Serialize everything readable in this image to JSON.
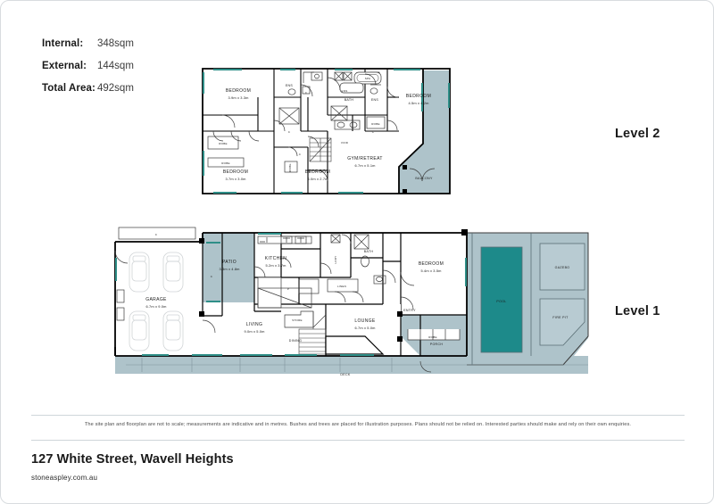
{
  "colors": {
    "wall": "#000000",
    "fill_grey": "#aec3ca",
    "fill_pool": "#1d8a8a",
    "fill_white": "#ffffff",
    "glass": "#2f8f88",
    "line_thin": "#3a3a3a",
    "rule": "#cfd6da"
  },
  "areas": [
    {
      "label": "Internal:",
      "value": "348sqm"
    },
    {
      "label": "External:",
      "value": "144sqm"
    },
    {
      "label": "Total Area:",
      "value": "492sqm"
    }
  ],
  "levels": {
    "level2_caption": "Level 2",
    "level1_caption": "Level 1"
  },
  "level2": {
    "rooms": [
      {
        "name": "BEDROOM",
        "dim": "3.9m x 3.3m"
      },
      {
        "name": "BEDROOM",
        "dim": "4.5m x 4.2m"
      },
      {
        "name": "BEDROOM",
        "dim": "3.7m x 3.0m"
      },
      {
        "name": "BEDROOM",
        "dim": "4.0m x 2.7m"
      },
      {
        "name": "GYM/RETREAT",
        "dim": "6.7m x 5.1m"
      }
    ],
    "labels": {
      "ens_left": "ENS",
      "ens_mid": "ENS",
      "ens_right": "ENS",
      "bath": "BATH",
      "spa": "SPA",
      "void": "VOID",
      "balcony": "BALCONY",
      "robe1": "ROBE",
      "robe2": "ROBE",
      "robe3": "ROBE",
      "robe4": "ROBE",
      "robe5": "ROBE",
      "c1": "C",
      "c2": "C",
      "c3": "C",
      "c4": "C"
    }
  },
  "level1": {
    "rooms": [
      {
        "name": "GARAGE",
        "dim": "6.7m x 9.0m"
      },
      {
        "name": "PATIO",
        "dim": "3.3m x 4.8m"
      },
      {
        "name": "KITCHEN",
        "dim": "5.2m x 3.7m"
      },
      {
        "name": "BEDROOM",
        "dim": "5.4m x 3.5m"
      },
      {
        "name": "LIVING",
        "dim": "9.0m x 5.0m"
      },
      {
        "name": "LOUNGE",
        "dim": "6.7m x 5.0m"
      }
    ],
    "labels": {
      "dining": "DINING",
      "store": "STORE",
      "entry": "ENTRY",
      "porch": "PORCH",
      "deck": "DECK",
      "pool": "POOL",
      "gazebo": "GAZEBO",
      "firepit": "FIRE PIT",
      "bath": "BATH",
      "ldry": "LDRY",
      "linen": "LINEN",
      "robe": "ROBE",
      "pantry": "P",
      "c_top": "C",
      "c_garage": "C"
    }
  },
  "footer": {
    "disclaimer": "The site plan and floorplan are not to scale; measurements are indicative and in metres. Bushes and trees are placed for illustration purposes. Plans should not be relied on. Interested parties should make and rely on their own enquiries.",
    "address": "127 White Street, Wavell Heights",
    "website": "stoneaspley.com.au"
  }
}
